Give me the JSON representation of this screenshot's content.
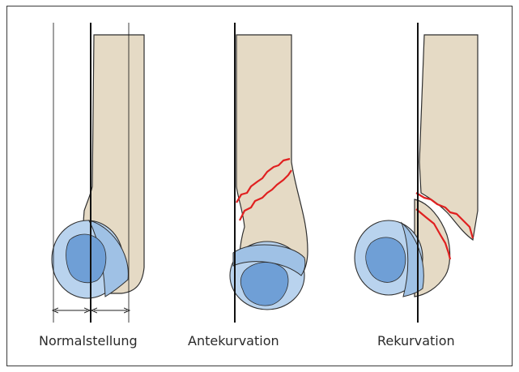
{
  "panels": [
    {
      "id": "normal",
      "label": "Normalstellung"
    },
    {
      "id": "ante",
      "label": "Antekurvation"
    },
    {
      "id": "re",
      "label": "Rekurvation"
    }
  ],
  "colors": {
    "bone": "#e5dac5",
    "outline": "#2f2f2f",
    "cartilage_light": "#b9d3ee",
    "cartilage_mid": "#9fc1e5",
    "condyle_inner": "#6f9fd6",
    "fracture": "#e02020",
    "axis": "#111111"
  }
}
